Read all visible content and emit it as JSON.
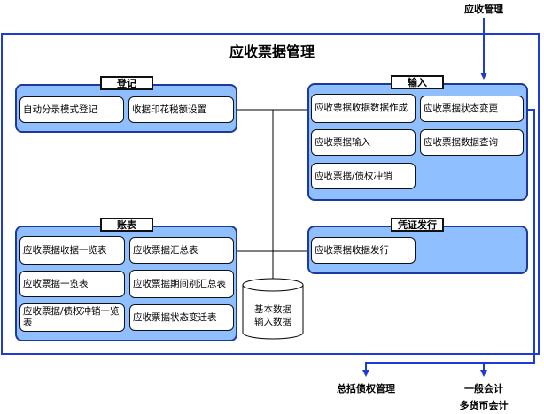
{
  "title": "应收票据管理",
  "external": {
    "top_in": "应收管理",
    "bottom_left": "总括债权管理",
    "bottom_right_1": "一般会计",
    "bottom_right_2": "多货币会计"
  },
  "panels": {
    "register": {
      "label": "登记",
      "items": [
        "自动分录模式登记",
        "收据印花税额设置"
      ]
    },
    "input": {
      "label": "输入",
      "items": [
        "应收票据收据数据作成",
        "应收票据状态变更",
        "应收票据输入",
        "应收票据数据查询",
        "应收票据/债权冲销"
      ]
    },
    "ledger": {
      "label": "账表",
      "items": [
        "应收票据收据一览表",
        "应收票据汇总表",
        "应收票据一览表",
        "应收票据期间别汇总表",
        "应收票据/债权冲销一览表",
        "应收票据状态变迁表"
      ]
    },
    "voucher": {
      "label": "凭证发行",
      "items": [
        "应收票据收据发行"
      ]
    }
  },
  "database": {
    "line1": "基本数据",
    "line2": "输入数据"
  },
  "colors": {
    "frame": "#1e3ad9",
    "panel_fill": "#8fbfff",
    "panel_border": "#1c3a9e"
  }
}
